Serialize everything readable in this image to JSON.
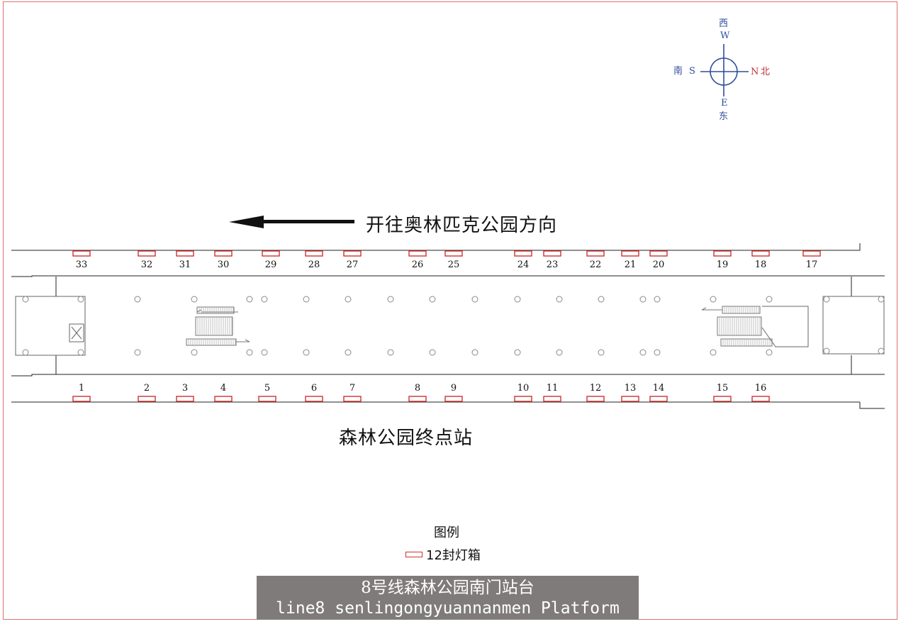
{
  "compass": {
    "west_cn": "西",
    "west": "W",
    "south_cn": "南",
    "south": "S",
    "north": "N",
    "north_cn": "北",
    "east": "E",
    "east_cn": "东"
  },
  "direction_label": "开往奥林匹克公园方向",
  "terminal_label": "森林公园终点站",
  "top_boxes": [
    {
      "n": "33"
    },
    {
      "n": "32"
    },
    {
      "n": "31"
    },
    {
      "n": "30"
    },
    {
      "n": "29"
    },
    {
      "n": "28"
    },
    {
      "n": "27"
    },
    {
      "n": "26"
    },
    {
      "n": "25"
    },
    {
      "n": "24"
    },
    {
      "n": "23"
    },
    {
      "n": "22"
    },
    {
      "n": "21"
    },
    {
      "n": "20"
    },
    {
      "n": "19"
    },
    {
      "n": "18"
    },
    {
      "n": "17"
    }
  ],
  "bottom_boxes": [
    {
      "n": "1"
    },
    {
      "n": "2"
    },
    {
      "n": "3"
    },
    {
      "n": "4"
    },
    {
      "n": "5"
    },
    {
      "n": "6"
    },
    {
      "n": "7"
    },
    {
      "n": "8"
    },
    {
      "n": "9"
    },
    {
      "n": "10"
    },
    {
      "n": "11"
    },
    {
      "n": "12"
    },
    {
      "n": "13"
    },
    {
      "n": "14"
    },
    {
      "n": "15"
    },
    {
      "n": "16"
    }
  ],
  "legend": {
    "title": "图例",
    "item": "12封灯箱"
  },
  "banner": {
    "title_cn": "8号线森林公园南门站台",
    "title_en": "line8 senlingongyuannanmen Platform"
  },
  "colors": {
    "lightbox": "#d03030",
    "compass": "#2e4d9a",
    "banner_bg": "#7f7b7b"
  }
}
